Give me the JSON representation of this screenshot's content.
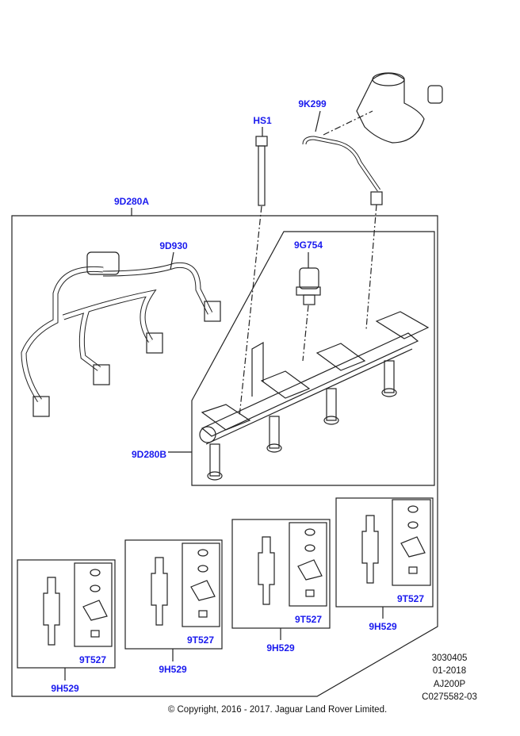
{
  "labels": {
    "hs1": "HS1",
    "k299": "9K299",
    "d280a": "9D280A",
    "d930": "9D930",
    "g754": "9G754",
    "d280b": "9D280B",
    "t527_1": "9T527",
    "h529_1": "9H529",
    "t527_2": "9T527",
    "h529_2": "9H529",
    "t527_3": "9T527",
    "h529_3": "9H529",
    "t527_4": "9T527",
    "h529_4": "9H529"
  },
  "reference": {
    "code": "3030405",
    "date": "01-2018",
    "model": "AJ200P",
    "illustration": "C0275582-03"
  },
  "copyright": "© Copyright, 2016 - 2017. Jaguar Land Rover Limited.",
  "colors": {
    "label": "#1a1aee",
    "line": "#222222"
  }
}
